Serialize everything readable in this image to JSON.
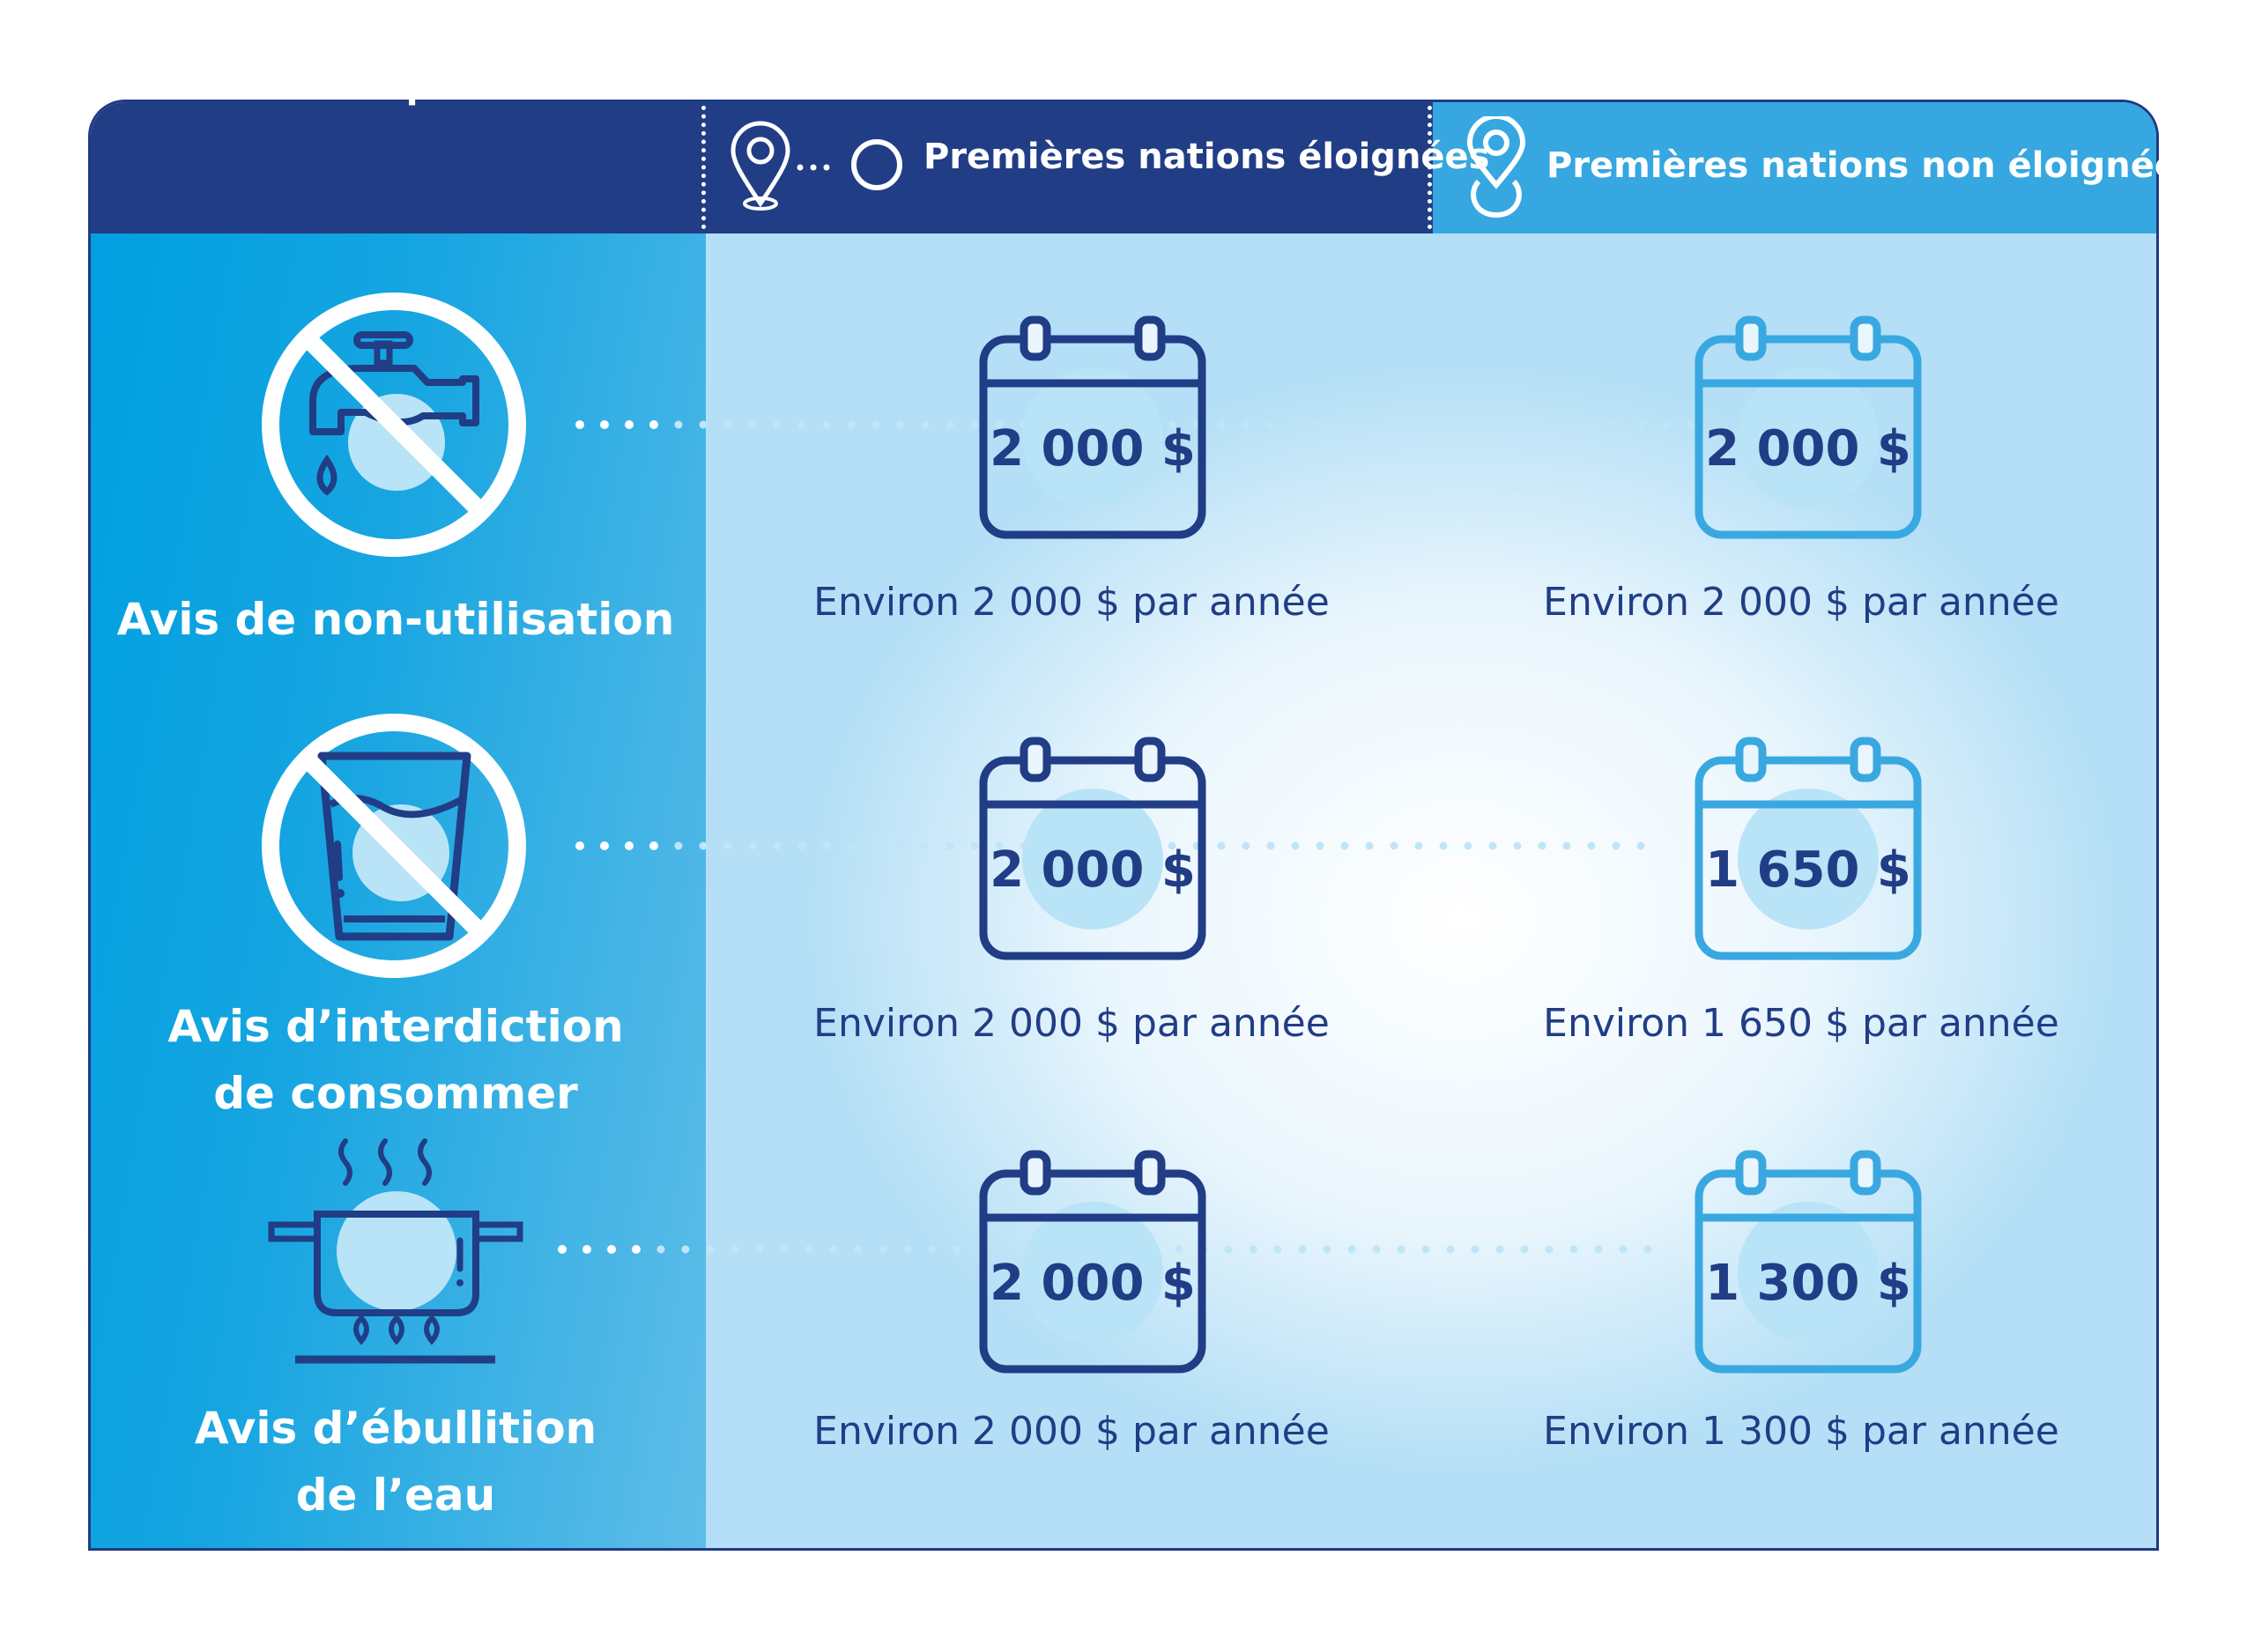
{
  "header": {
    "type_title_line1": "Type d’avis sur la qualité",
    "type_title_line2": "de l’eau potable",
    "remote": "Premières nations éloignées",
    "non_remote": "Premières nations non éloignées"
  },
  "rows": [
    {
      "type_line1": "Avis de non-utilisation",
      "type_line2": "",
      "icon": "no-tap-icon",
      "remote_amount": "2 000 $",
      "remote_label": "Environ 2 000 $ par année",
      "non_remote_amount": "2 000 $",
      "non_remote_label": "Environ 2 000 $ par année"
    },
    {
      "type_line1": "Avis d’interdiction",
      "type_line2": "de consommer",
      "icon": "no-glass-icon",
      "remote_amount": "2 000 $",
      "remote_label": "Environ 2 000 $ par année",
      "non_remote_amount": "1 650 $",
      "non_remote_label": "Environ 1 650 $ par année"
    },
    {
      "type_line1": "Avis d’ébullition",
      "type_line2": "de l’eau",
      "icon": "boiling-pot-icon",
      "remote_amount": "2 000 $",
      "remote_label": "Environ 2 000 $ par année",
      "non_remote_amount": "1 300 $",
      "non_remote_label": "Environ 1 300 $ par année"
    }
  ],
  "colors": {
    "navy": "#213d86",
    "header_light_blue": "#36a7e0",
    "left_column_blue": "#00a0e0",
    "calendar_light": "#3aa8e0",
    "dots": "#bfe6f8"
  }
}
